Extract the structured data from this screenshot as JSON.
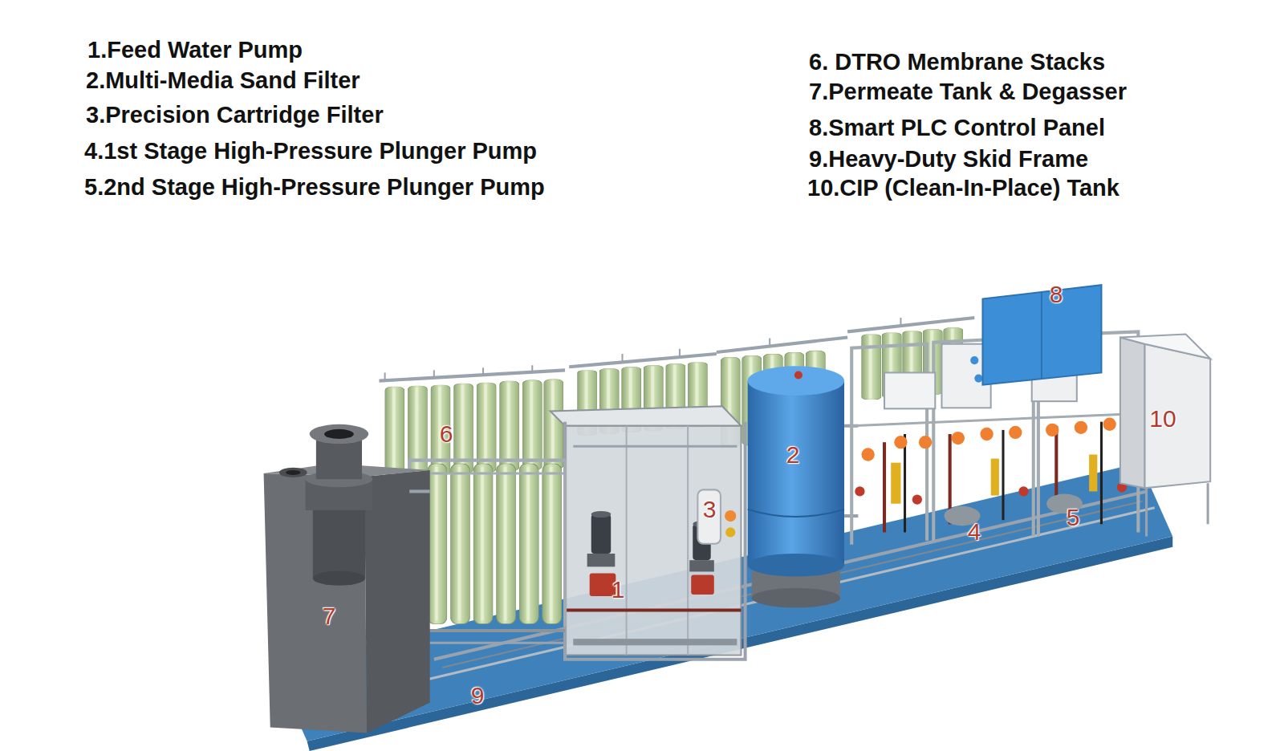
{
  "diagram": {
    "labels": [
      "1.Feed Water Pump",
      "2.Multi-Media Sand Filter",
      "3.Precision Cartridge Filter",
      "4.1st Stage High-Pressure Plunger Pump",
      "5.2nd Stage High-Pressure Plunger Pump",
      "6. DTRO Membrane Stacks",
      "7.Permeate Tank & Degasser",
      "8.Smart PLC Control Panel",
      "9.Heavy-Duty Skid Frame",
      "10.CIP (Clean-In-Place) Tank",
      "8",
      "6",
      "10",
      "2",
      "3",
      "4",
      "5",
      "1",
      "7",
      "9"
    ]
  }
}
